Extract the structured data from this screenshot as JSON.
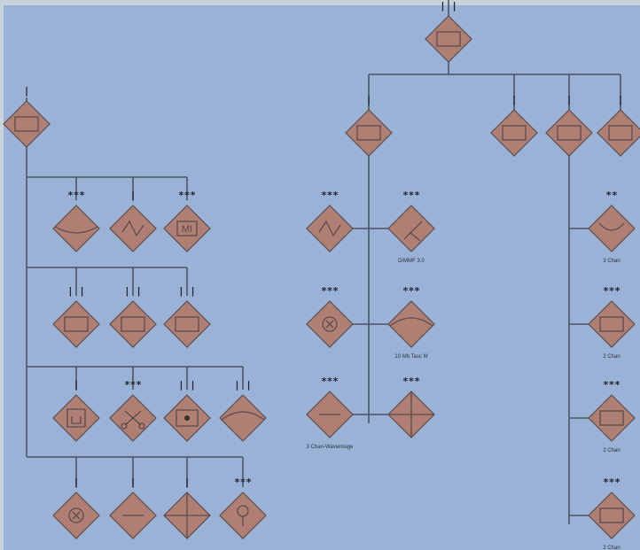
{
  "nodes": [
    {
      "id": "root-right",
      "glyph": "rect",
      "marks": "| |"
    },
    {
      "id": "mid",
      "glyph": "rect",
      "marks": "|"
    },
    {
      "id": "r1",
      "glyph": "rect",
      "marks": "|"
    },
    {
      "id": "r2",
      "glyph": "rect",
      "marks": "|"
    },
    {
      "id": "r3",
      "glyph": "rect",
      "marks": "|"
    },
    {
      "id": "m-a1",
      "glyph": "zigzag",
      "marks": "***"
    },
    {
      "id": "m-a2",
      "glyph": "split",
      "marks": "***",
      "caption": "D/MMF 3.0"
    },
    {
      "id": "m-b1",
      "glyph": "circle-x",
      "marks": "***"
    },
    {
      "id": "m-b2",
      "glyph": "arc",
      "marks": "***",
      "caption": "10 Mb Tasc M"
    },
    {
      "id": "m-c1",
      "glyph": "hline",
      "marks": "***",
      "caption": "3 Chan-Waveimage"
    },
    {
      "id": "m-c2",
      "glyph": "cross",
      "marks": "***"
    },
    {
      "id": "r3-1",
      "glyph": "arc-small",
      "marks": "**",
      "caption": "3 Chan"
    },
    {
      "id": "r3-2",
      "glyph": "rect",
      "marks": "***",
      "caption": "2 Chan"
    },
    {
      "id": "r3-3",
      "glyph": "rect",
      "marks": "***",
      "caption": "2 Chan"
    },
    {
      "id": "r3-4",
      "glyph": "rect",
      "marks": "***",
      "caption": "2 Chan"
    },
    {
      "id": "left-root",
      "glyph": "rect",
      "marks": "|"
    },
    {
      "id": "l1-1",
      "glyph": "half",
      "marks": "***"
    },
    {
      "id": "l1-2",
      "glyph": "zigzag",
      "marks": "|"
    },
    {
      "id": "l1-3",
      "glyph": "text-mi",
      "marks": "***",
      "label": "MI"
    },
    {
      "id": "l2-1",
      "glyph": "rect",
      "marks": "| |"
    },
    {
      "id": "l2-2",
      "glyph": "rect",
      "marks": "| |"
    },
    {
      "id": "l2-3",
      "glyph": "rect",
      "marks": "| |"
    },
    {
      "id": "l3-1",
      "glyph": "box-u",
      "marks": "|"
    },
    {
      "id": "l3-2",
      "glyph": "scissors",
      "marks": "***"
    },
    {
      "id": "l3-3",
      "glyph": "dot-rect",
      "marks": "| |"
    },
    {
      "id": "l3-4",
      "glyph": "arc",
      "marks": "| |"
    },
    {
      "id": "l4-1",
      "glyph": "circle-x",
      "marks": "|"
    },
    {
      "id": "l4-2",
      "glyph": "hline",
      "marks": "|"
    },
    {
      "id": "l4-3",
      "glyph": "cross",
      "marks": "|"
    },
    {
      "id": "l4-4",
      "glyph": "pin",
      "marks": "***"
    }
  ],
  "colors": {
    "background": "#9ab2d6",
    "node": "#b07f74",
    "line": "#4b5566"
  }
}
